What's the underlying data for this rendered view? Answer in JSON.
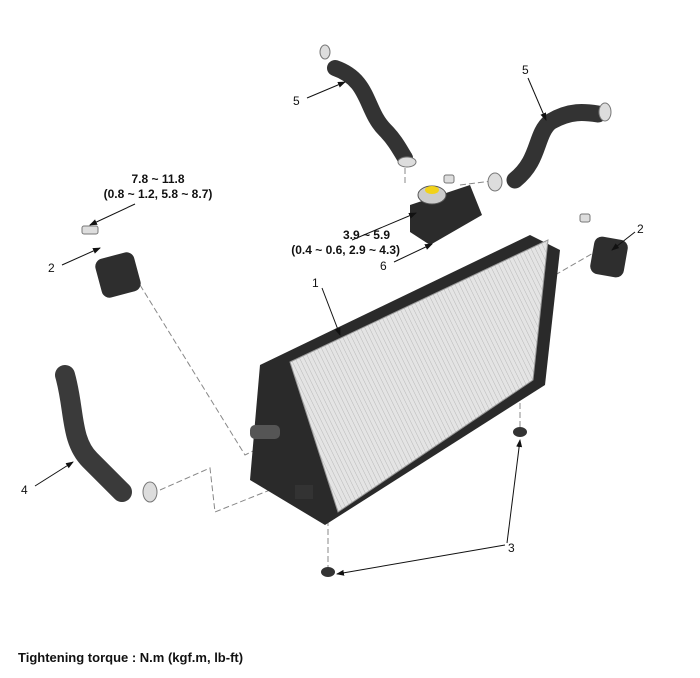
{
  "callouts": {
    "radiator": "1",
    "mount_bracket_left": "2",
    "mount_bracket_right": "2",
    "insulator": "3",
    "lower_hose": "4",
    "upper_hose_left": "5",
    "upper_hose_right": "5",
    "cap_assembly": "6"
  },
  "torque_specs": {
    "bracket_bolt": {
      "nm": "7.8 ~ 11.8",
      "other": "(0.8 ~ 1.2, 5.8 ~ 8.7)"
    },
    "cap_bolt": {
      "nm": "3.9 ~ 5.9",
      "other": "(0.4 ~ 0.6, 2.9 ~ 4.3)"
    }
  },
  "footer_note": "Tightening torque : N.m (kgf.m, lb-ft)"
}
